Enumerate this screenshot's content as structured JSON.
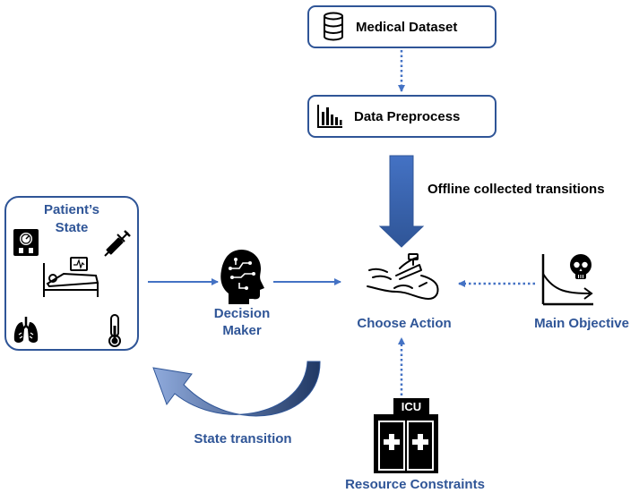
{
  "nodes": {
    "dataset": {
      "label": "Medical Dataset",
      "icon": "database-icon"
    },
    "preprocess": {
      "label": "Data Preprocess",
      "icon": "bar-chart-icon"
    },
    "patient_state": {
      "title_line1": "Patient’s",
      "title_line2": "State"
    },
    "decision_maker": {
      "line1": "Decision",
      "line2": "Maker",
      "icon": "brain-head-icon"
    },
    "choose_action": {
      "label": "Choose Action",
      "icon": "intubation-icon"
    },
    "main_objective": {
      "label": "Main Objective",
      "icon": "skull-survival-curve-icon"
    },
    "resource_constraints": {
      "label": "Resource Constraints",
      "icon": "icu-building-icon",
      "icu_text": "ICU"
    }
  },
  "edges": {
    "offline_label": "Offline collected transitions",
    "state_transition_label": "State transition"
  },
  "colors": {
    "accent": "#2f5597",
    "arrow": "#4472c4",
    "text": "#000000"
  }
}
